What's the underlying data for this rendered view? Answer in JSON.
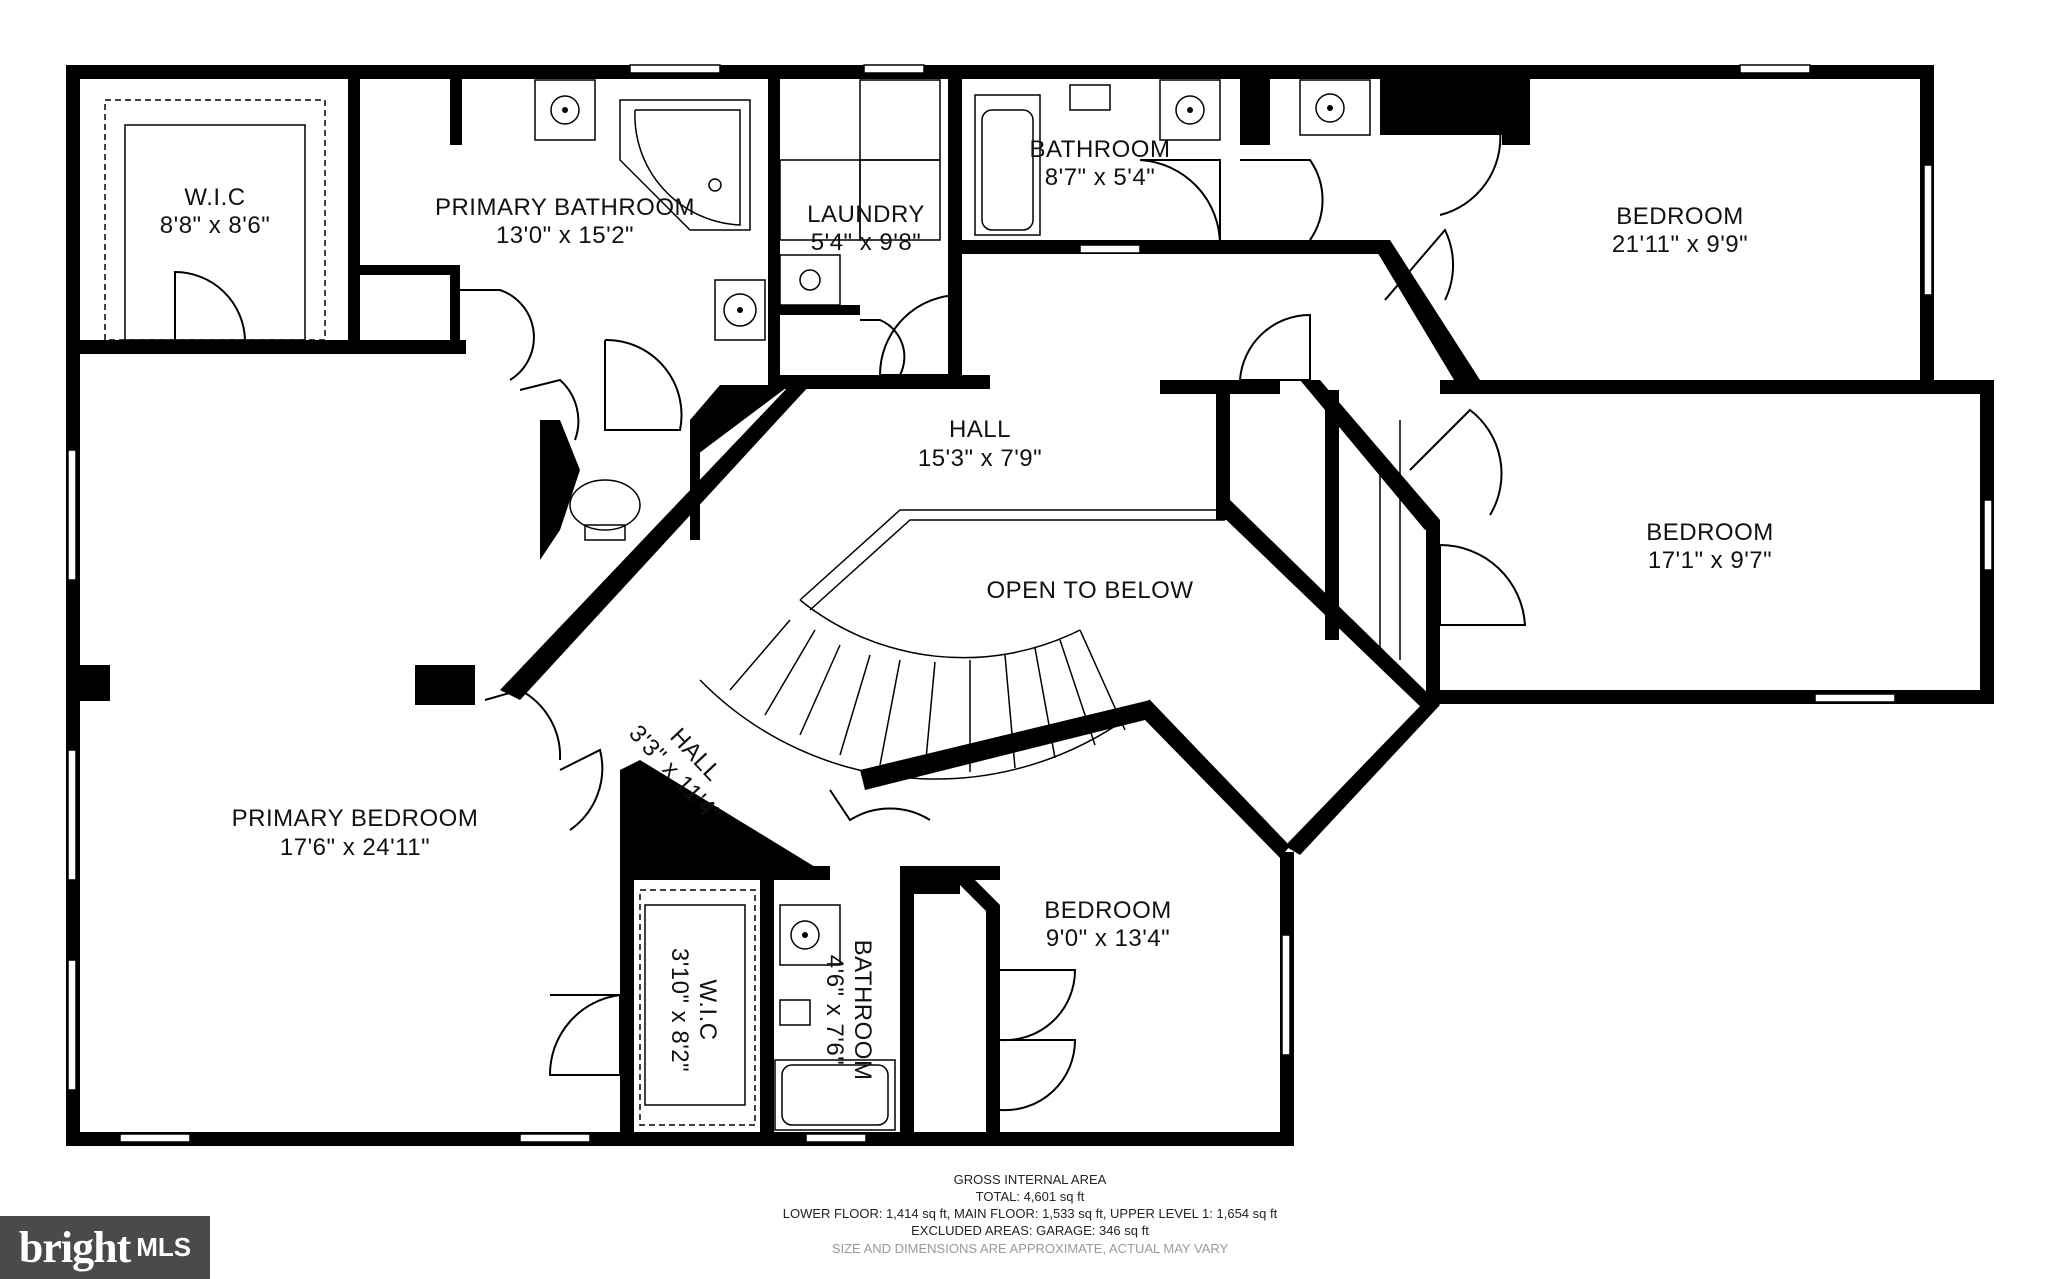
{
  "rooms": {
    "wic1": {
      "name": "W.I.C",
      "dims": "8'8\" x 8'6\""
    },
    "primary_bath": {
      "name": "PRIMARY BATHROOM",
      "dims": "13'0\" x 15'2\""
    },
    "laundry": {
      "name": "LAUNDRY",
      "dims": "5'4\" x 9'8\""
    },
    "bath1": {
      "name": "BATHROOM",
      "dims": "8'7\" x 5'4\""
    },
    "bedroom1": {
      "name": "BEDROOM",
      "dims": "21'11\" x 9'9\""
    },
    "hall1": {
      "name": "HALL",
      "dims": "15'3\" x 7'9\""
    },
    "bedroom2": {
      "name": "BEDROOM",
      "dims": "17'1\" x 9'7\""
    },
    "open": {
      "name": "OPEN TO BELOW"
    },
    "hall2": {
      "name": "HALL",
      "dims": "3'3\" x 11'4\""
    },
    "primary_bed": {
      "name": "PRIMARY BEDROOM",
      "dims": "17'6\" x 24'11\""
    },
    "bedroom3": {
      "name": "BEDROOM",
      "dims": "9'0\" x 13'4\""
    },
    "wic2": {
      "name": "W.I.C",
      "dims": "3'10\" x 8'2\""
    },
    "bath2": {
      "name": "BATHROOM",
      "dims": "4'6\" x 7'6\""
    }
  },
  "footer": {
    "line1": "GROSS INTERNAL AREA",
    "line2": "TOTAL: 4,601 sq ft",
    "line3": "LOWER FLOOR: 1,414 sq ft, MAIN FLOOR: 1,533 sq ft, UPPER LEVEL 1: 1,654 sq ft",
    "line4": "EXCLUDED AREAS: GARAGE: 346 sq ft",
    "line5": "SIZE AND DIMENSIONS ARE APPROXIMATE, ACTUAL MAY VARY"
  },
  "logo": {
    "brand": "bright",
    "suffix": "MLS"
  },
  "colors": {
    "wall": "#000000",
    "background": "#ffffff",
    "logo_bg": "#4a4a4a"
  }
}
